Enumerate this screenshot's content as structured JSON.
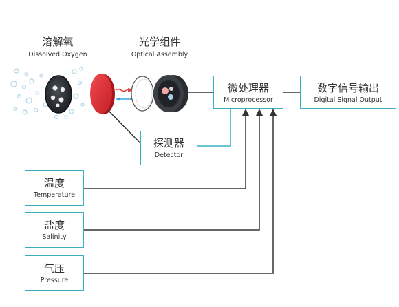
{
  "captions": {
    "dissolved_oxygen": {
      "zh": "溶解氧",
      "en": "Dissolved Oxygen"
    },
    "optical_assembly": {
      "zh": "光学组件",
      "en": "Optical Assembly"
    }
  },
  "boxes": {
    "microprocessor": {
      "zh": "微处理器",
      "en": "Microprocessor"
    },
    "digital_output": {
      "zh": "数字信号输出",
      "en": "Digital Signal Output"
    },
    "detector": {
      "zh": "探测器",
      "en": "Detector"
    },
    "temperature": {
      "zh": "温度",
      "en": "Temperature"
    },
    "salinity": {
      "zh": "盐度",
      "en": "Salinity"
    },
    "pressure": {
      "zh": "气压",
      "en": "Pressure"
    }
  },
  "colors": {
    "box_border": "#3ab0c2",
    "connector": "#333333",
    "membrane_red": "#e0323a",
    "bubble": "#b9dceb",
    "emit_arrow": "#e04040",
    "return_arrow": "#3fa4d9"
  }
}
